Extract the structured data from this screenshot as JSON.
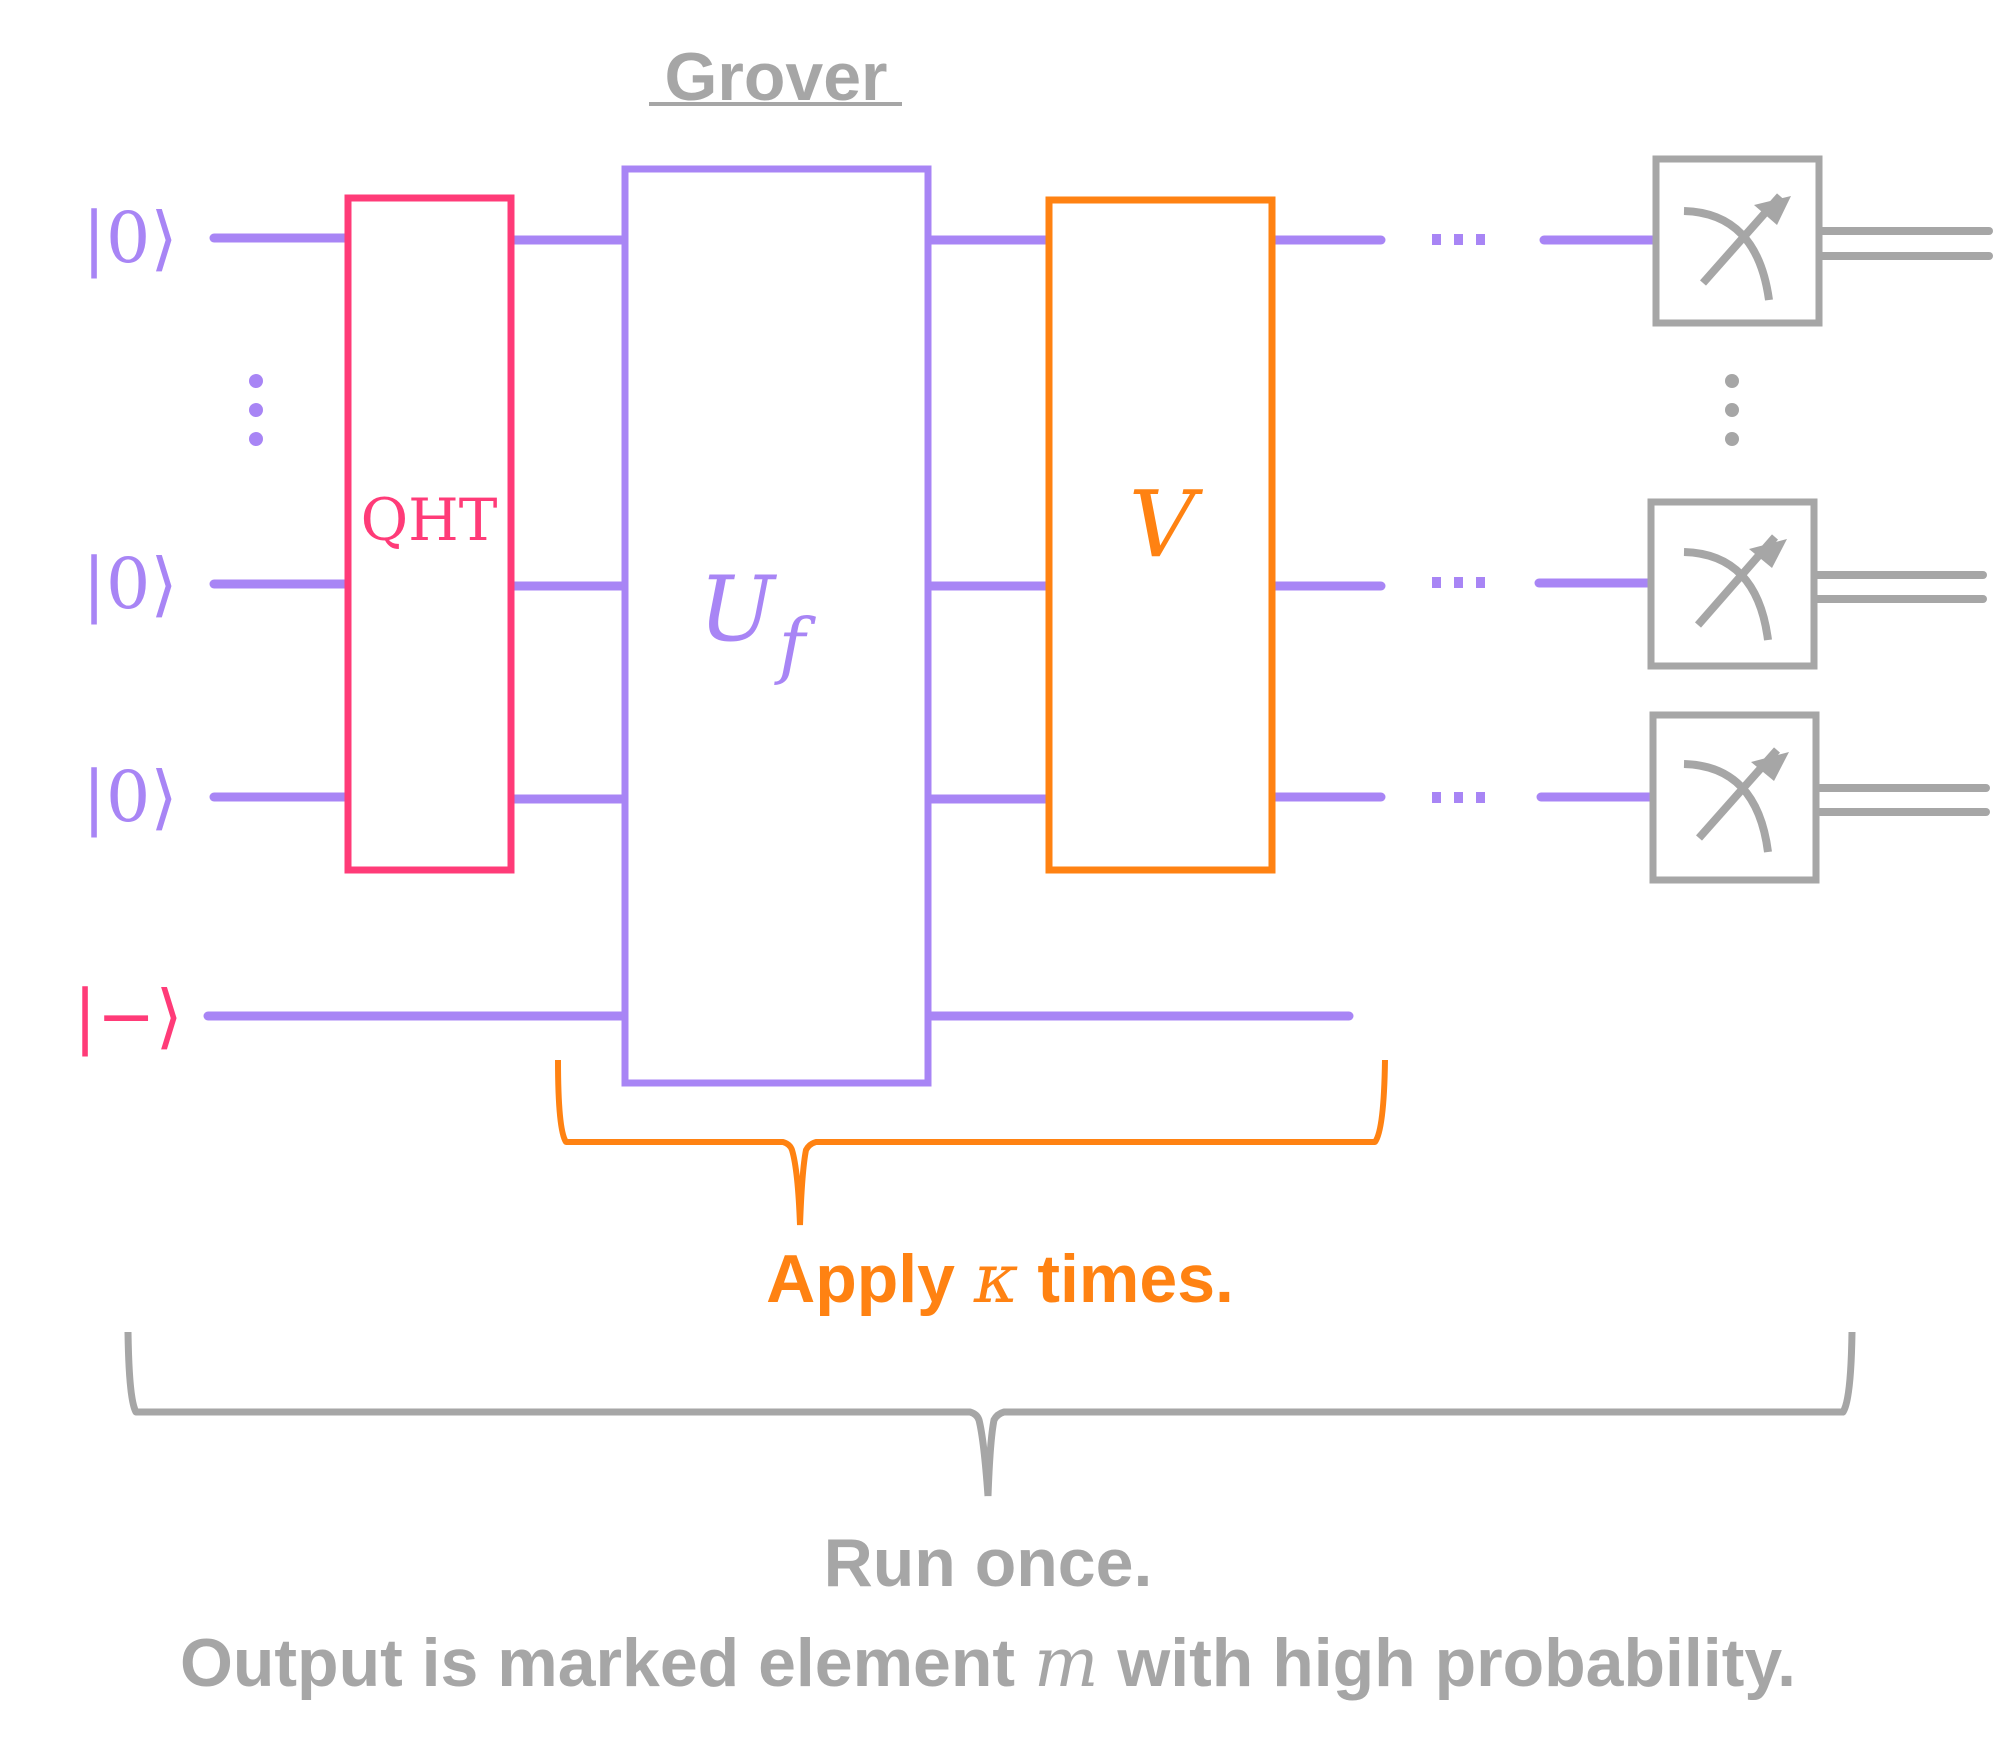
{
  "title": "Grover",
  "colors": {
    "wire": "#a885f5",
    "qht": "#ff3b78",
    "oracle": "#a885f5",
    "diffusion": "#ff8212",
    "measure": "#a6a6a6",
    "annotation_gray": "#a6a6a6",
    "annotation_orange": "#ff8212"
  },
  "inputs": [
    {
      "label": "|0⟩",
      "kind": "qubit"
    },
    {
      "label": "|0⟩",
      "kind": "qubit"
    },
    {
      "label": "|0⟩",
      "kind": "qubit"
    },
    {
      "label": "|−⟩",
      "kind": "ancilla"
    }
  ],
  "gates": {
    "qht": {
      "label": "QHT"
    },
    "oracle": {
      "label": "U",
      "subscript": "f"
    },
    "diffusion": {
      "label": "V"
    }
  },
  "ellipsis": {
    "horizontal": "···",
    "vertical": "⋮"
  },
  "icons": {
    "measure": "meter-icon"
  },
  "annotations": {
    "inner_brace_label_prefix": "Apply ",
    "inner_brace_label_var": "κ",
    "inner_brace_label_suffix": " times.",
    "outer_line1": "Run once.",
    "outer_line2_prefix": "Output is marked element ",
    "outer_line2_var": "m",
    "outer_line2_suffix": " with high probability."
  }
}
